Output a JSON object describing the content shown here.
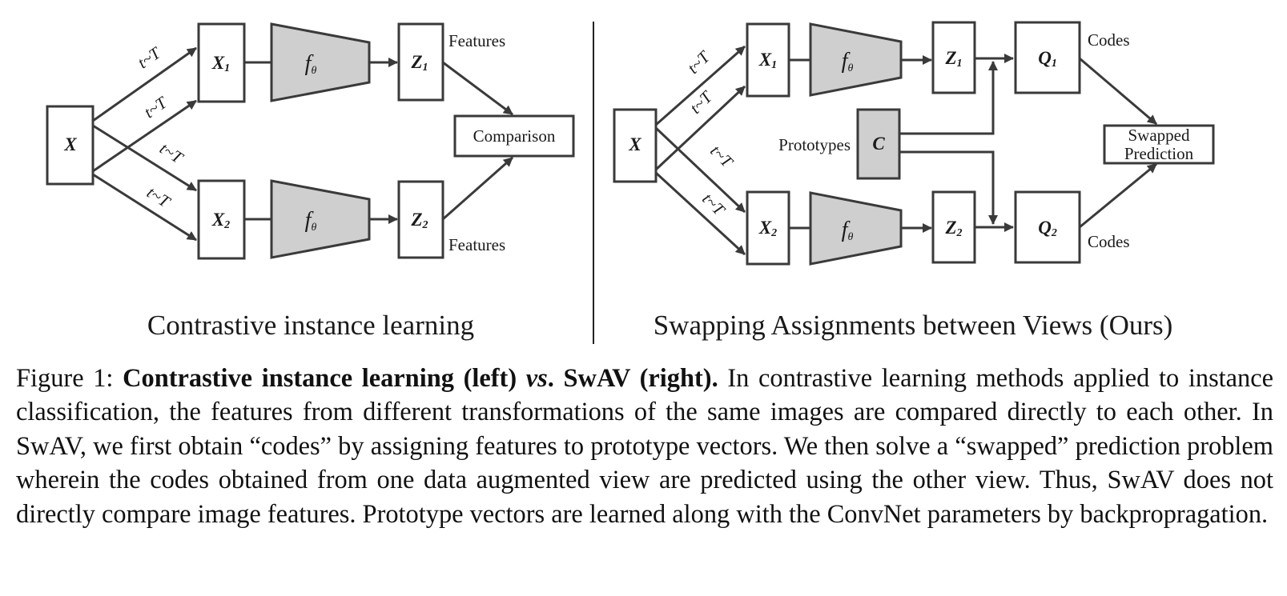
{
  "left_panel": {
    "title": "Contrastive instance learning",
    "input": {
      "main": "X",
      "sub": ""
    },
    "views": [
      {
        "main": "X",
        "sub": "1"
      },
      {
        "main": "X",
        "sub": "2"
      }
    ],
    "encoders": [
      {
        "main": "f",
        "sub": "θ"
      },
      {
        "main": "f",
        "sub": "θ"
      }
    ],
    "features": [
      {
        "main": "Z",
        "sub": "1"
      },
      {
        "main": "Z",
        "sub": "2"
      }
    ],
    "features_label_top": "Features",
    "features_label_bottom": "Features",
    "comparison_label": "Comparison",
    "transform_labels": [
      "t~T",
      "t~T",
      "t~T",
      "t~T"
    ]
  },
  "right_panel": {
    "title": "Swapping Assignments between Views (Ours)",
    "input": {
      "main": "X",
      "sub": ""
    },
    "views": [
      {
        "main": "X",
        "sub": "1"
      },
      {
        "main": "X",
        "sub": "2"
      }
    ],
    "encoders": [
      {
        "main": "f",
        "sub": "θ"
      },
      {
        "main": "f",
        "sub": "θ"
      }
    ],
    "features": [
      {
        "main": "Z",
        "sub": "1"
      },
      {
        "main": "Z",
        "sub": "2"
      }
    ],
    "prototypes_label": "Prototypes",
    "prototypes_symbol": "C",
    "codes": [
      {
        "main": "Q",
        "sub": "1"
      },
      {
        "main": "Q",
        "sub": "2"
      }
    ],
    "codes_label_top": "Codes",
    "codes_label_bottom": "Codes",
    "swapped_prediction_lines": [
      "Swapped",
      "Prediction"
    ],
    "transform_labels": [
      "t~T",
      "t~T",
      "t~T",
      "t~T"
    ]
  },
  "caption": {
    "prefix": "Figure 1: ",
    "bold_1": "Contrastive instance learning (left) ",
    "bold_italic": "vs",
    "bold_2": ". SwAV (right).",
    "body": " In contrastive learning methods applied to instance classification, the features from different transformations of the same images are compared directly to each other. In SwAV, we first obtain “codes” by assigning features to prototype vectors. We then solve a “swapped” prediction problem wherein the codes obtained from one data augmented view are predicted using the other view. Thus, SwAV does not directly compare image features. Prototype vectors are learned along with the ConvNet parameters by backpropragation."
  },
  "colors": {
    "stroke": "#3a3a3a",
    "encoder_fill": "#cfcfcf",
    "text": "#111111"
  }
}
